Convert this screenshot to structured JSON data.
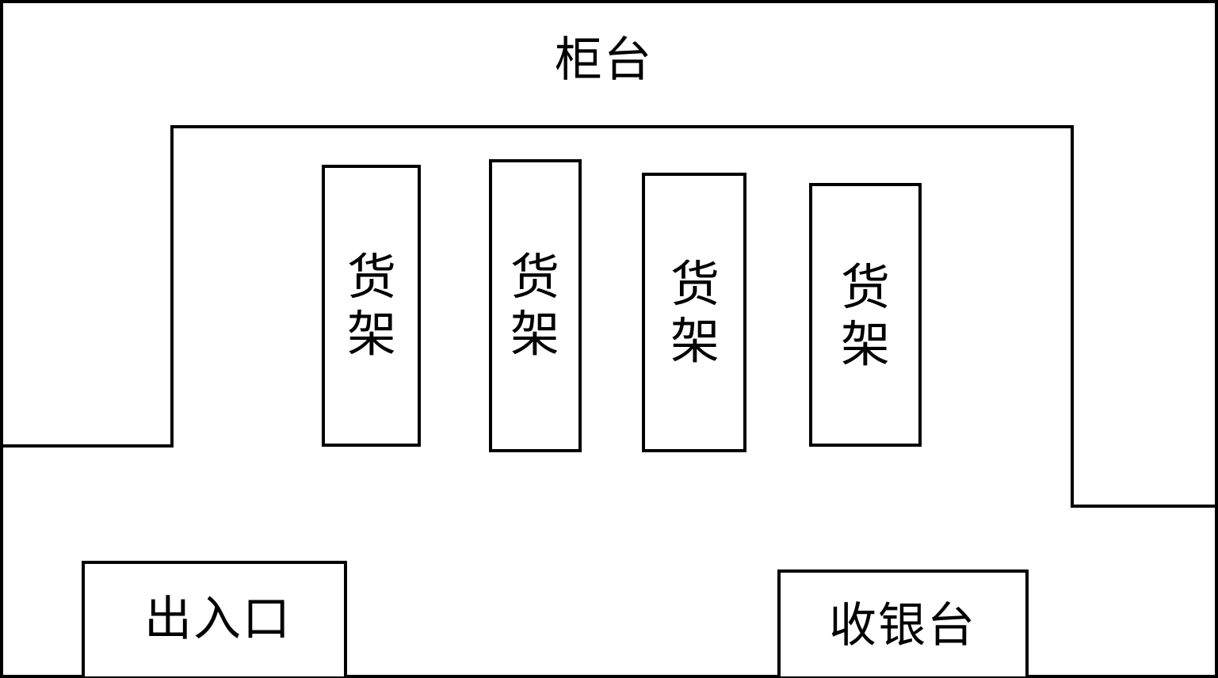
{
  "diagram": {
    "counter": {
      "label": "柜台"
    },
    "shelves": [
      {
        "label": "货架"
      },
      {
        "label": "货架"
      },
      {
        "label": "货架"
      },
      {
        "label": "货架"
      }
    ],
    "entrance": {
      "label": "出入口"
    },
    "cashier": {
      "label": "收银台"
    },
    "line_color": "#000000",
    "background_color": "#ffffff"
  }
}
